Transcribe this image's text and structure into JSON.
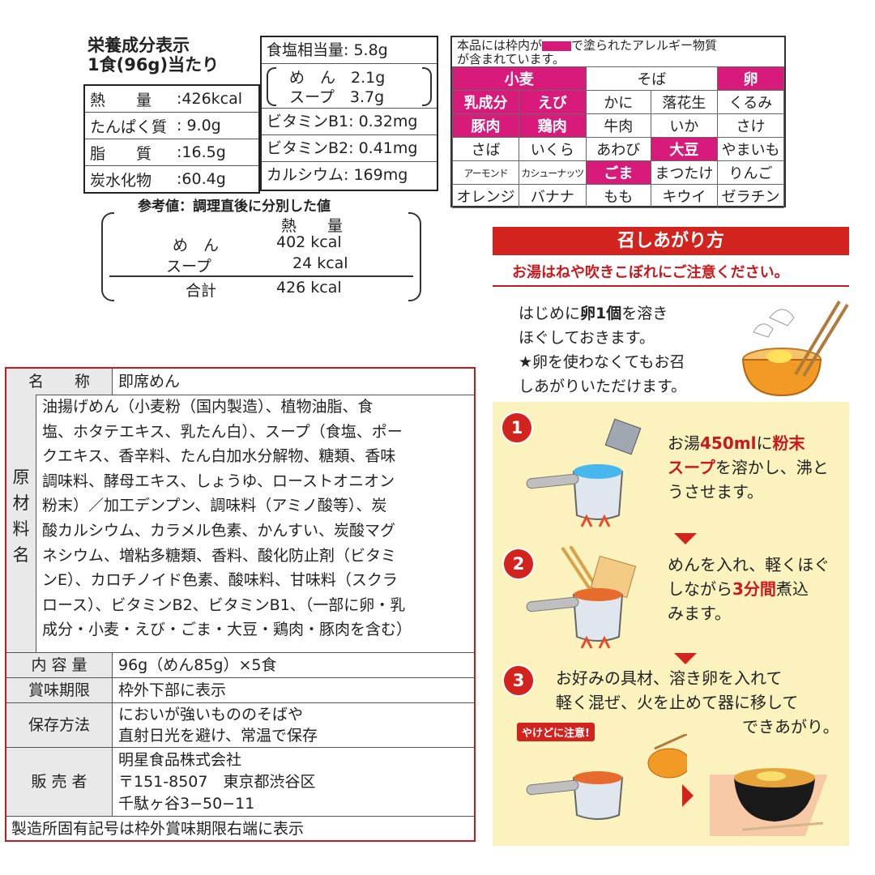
{
  "nutrition": {
    "title_line1": "栄養成分表示",
    "title_line2": "1食(96g)当たり",
    "left_rows": [
      {
        "label": "熱　　量",
        "value": ":426kcal"
      },
      {
        "label": "たんぱく質",
        "value": ": 9.0g"
      },
      {
        "label": "脂　　質",
        "value": ":16.5g"
      },
      {
        "label": "炭水化物",
        "value": ":60.4g"
      }
    ],
    "salt": "食塩相当量: 5.8g",
    "salt_noodle": "め　ん　2.1g",
    "salt_soup": "スープ　3.7g",
    "vit_b1": "ビタミンB1: 0.32mg",
    "vit_b2": "ビタミンB2: 0.41mg",
    "calcium": "カルシウム: 169mg",
    "reference_title": "参考値：調理直後に分別した値",
    "reference_header": "熱　　量",
    "ref_noodle_label": "め　ん",
    "ref_noodle_value": "402 kcal",
    "ref_soup_label": "スープ",
    "ref_soup_value": "24 kcal",
    "ref_total_label": "合計",
    "ref_total_value": "426 kcal"
  },
  "allergen": {
    "intro_before": "本品には枠内が",
    "intro_after": "で塗られたアレルギー物質",
    "intro_line2": "が含まれています。",
    "grid": [
      [
        {
          "t": "小麦",
          "h": true
        },
        {
          "t": "そば",
          "h": false
        },
        {
          "t": "卵",
          "h": true
        }
      ],
      [
        {
          "t": "乳成分",
          "h": true
        },
        {
          "t": "えび",
          "h": true
        },
        {
          "t": "かに",
          "h": false
        },
        {
          "t": "落花生",
          "h": false
        },
        {
          "t": "くるみ",
          "h": false
        }
      ],
      [
        {
          "t": "豚肉",
          "h": true
        },
        {
          "t": "鶏肉",
          "h": true
        },
        {
          "t": "牛肉",
          "h": false
        },
        {
          "t": "いか",
          "h": false
        },
        {
          "t": "さけ",
          "h": false
        }
      ],
      [
        {
          "t": "さば",
          "h": false
        },
        {
          "t": "いくら",
          "h": false
        },
        {
          "t": "あわび",
          "h": false
        },
        {
          "t": "大豆",
          "h": true
        },
        {
          "t": "やまいも",
          "h": false
        }
      ],
      [
        {
          "t": "アーモンド",
          "h": false,
          "s": true
        },
        {
          "t": "カシューナッツ",
          "h": false,
          "s": true
        },
        {
          "t": "ごま",
          "h": true
        },
        {
          "t": "まつたけ",
          "h": false
        },
        {
          "t": "りんご",
          "h": false
        }
      ],
      [
        {
          "t": "オレンジ",
          "h": false
        },
        {
          "t": "バナナ",
          "h": false
        },
        {
          "t": "もも",
          "h": false
        },
        {
          "t": "キウイ",
          "h": false
        },
        {
          "t": "ゼラチン",
          "h": false
        }
      ]
    ],
    "highlight_color": "#d81b7a"
  },
  "how_to": {
    "header": "召しあがり方",
    "caution": "お湯はねや吹きこぼれにご注意ください。",
    "egg_line1_a": "はじめに",
    "egg_line1_b": "卵1個",
    "egg_line1_c": "を溶き",
    "egg_line2": "ほぐしておきます。",
    "egg_line3": "★卵を使わなくてもお召",
    "egg_line4": "しあがりいただけます。",
    "burn_warning": "やけどに注意!",
    "steps": [
      {
        "num": "1",
        "l1a": "お湯",
        "l1b": "450ml",
        "l1c": "に",
        "l1d": "粉末",
        "l2a": "スープ",
        "l2b": "を溶かし、沸と",
        "l3": "うさせます。"
      },
      {
        "num": "2",
        "l1": "めんを入れ、軽くほぐ",
        "l2a": "しながら",
        "l2b": "3分間",
        "l2c": "煮込",
        "l3": "みます。"
      },
      {
        "num": "3",
        "l1": "お好みの具材、溶き卵を入れて",
        "l2": "軽く混ぜ、火を止めて器に移して",
        "l3": "できあがり。"
      }
    ]
  },
  "ingredients": {
    "name_label": "名　　称",
    "name_value": "即席めん",
    "raw_label_chars": [
      "原",
      "材",
      "料",
      "名"
    ],
    "raw_lines": [
      "油揚げめん（小麦粉（国内製造）、植物油脂、食",
      "塩、ホタテエキス、乳たん白）、スープ（食塩、ポー",
      "クエキス、香辛料、たん白加水分解物、糖類、香味",
      "調味料、酵母エキス、しょうゆ、ローストオニオン",
      "粉末）／加工デンプン、調味料（アミノ酸等）、炭",
      "酸カルシウム、カラメル色素、かんすい、炭酸マグ",
      "ネシウム、増粘多糖類、香料、酸化防止剤（ビタミ",
      "ンE）、カロチノイド色素、酸味料、甘味料（スクラ",
      "ロース）、ビタミンB2、ビタミンB1、（一部に卵・乳",
      "成分・小麦・えび・ごま・大豆・鶏肉・豚肉を含む）"
    ],
    "content_label": "内 容 量",
    "content_value": "96g（めん85g）×5食",
    "expiry_label": "賞味期限",
    "expiry_value": "枠外下部に表示",
    "storage_label": "保存方法",
    "storage_line1": "においが強いもののそばや",
    "storage_line2": "直射日光を避け、常温で保存",
    "seller_label": "販 売 者",
    "seller_line1": "明星食品株式会社",
    "seller_line2": "〒151-8507　東京都渋谷区",
    "seller_line3": "千駄ヶ谷3−50−11",
    "footer": "製造所固有記号は枠外賞味期限右端に表示"
  }
}
